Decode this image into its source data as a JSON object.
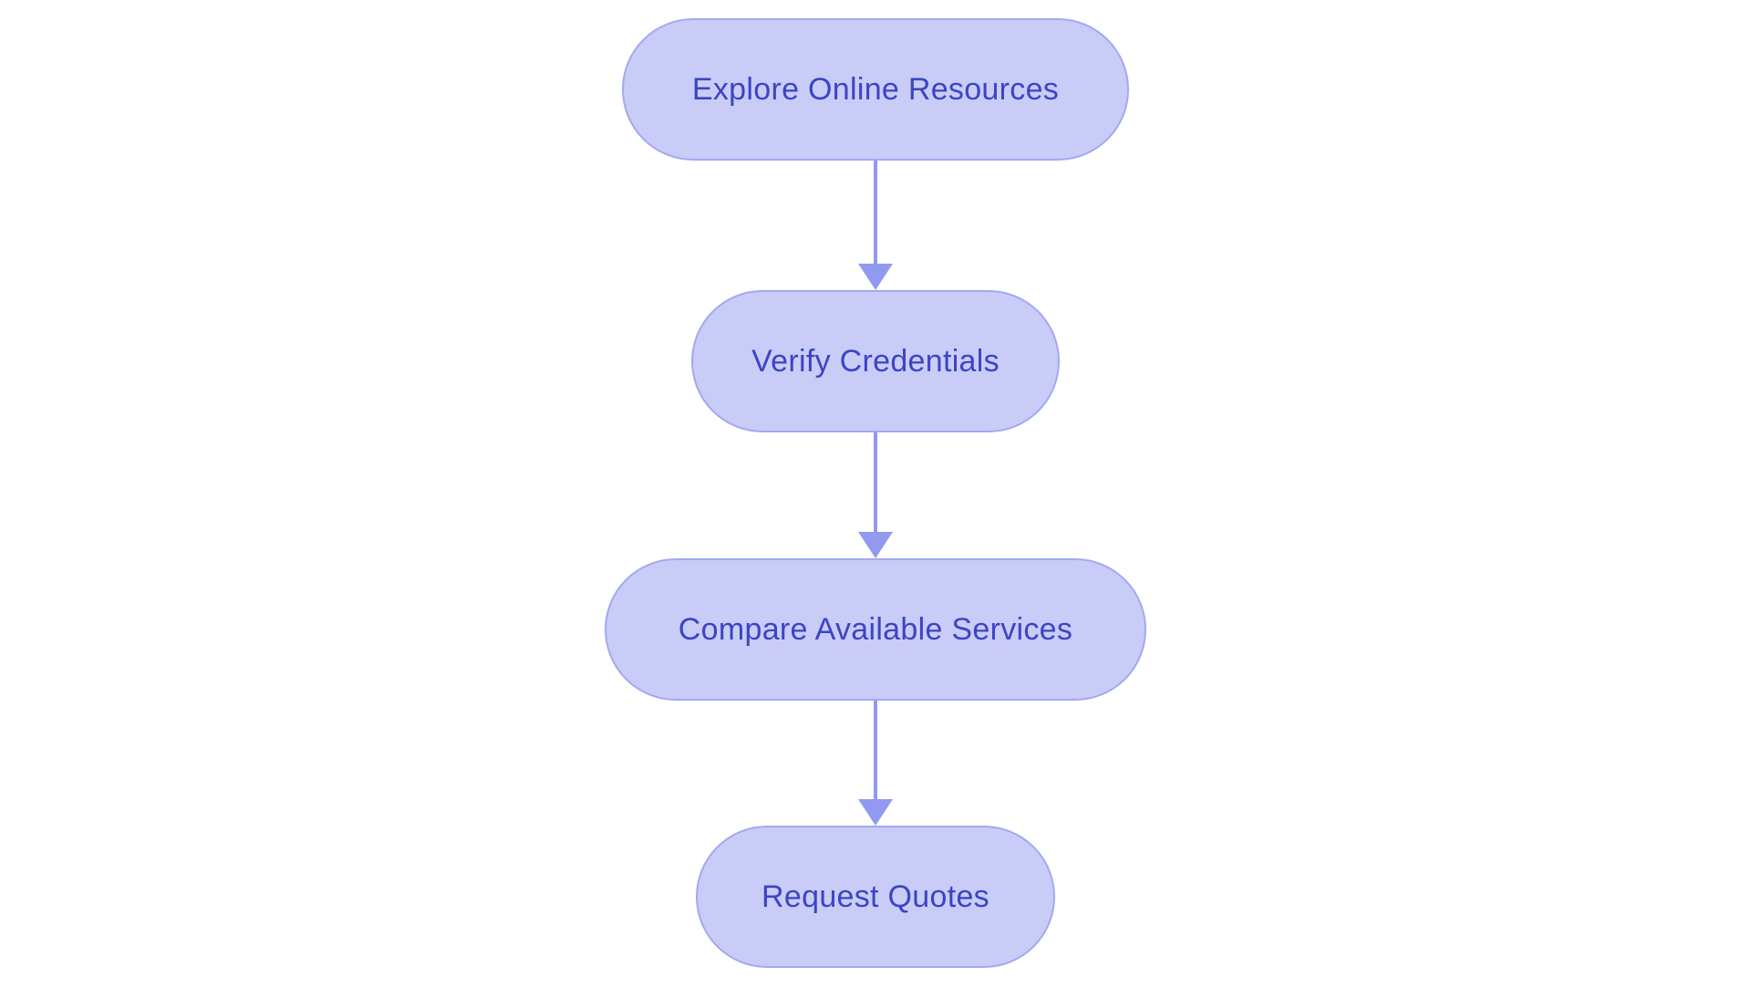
{
  "diagram": {
    "type": "flowchart",
    "direction": "top-down",
    "nodes": [
      {
        "id": "explore-online-resources",
        "label": "Explore Online Resources"
      },
      {
        "id": "verify-credentials",
        "label": "Verify Credentials"
      },
      {
        "id": "compare-available-services",
        "label": "Compare Available Services"
      },
      {
        "id": "request-quotes",
        "label": "Request Quotes"
      }
    ],
    "edges": [
      {
        "from": "explore-online-resources",
        "to": "verify-credentials"
      },
      {
        "from": "verify-credentials",
        "to": "compare-available-services"
      },
      {
        "from": "compare-available-services",
        "to": "request-quotes"
      }
    ]
  },
  "colors": {
    "background": "#ffffff",
    "node_fill": "#c9ccf6",
    "node_border": "#a2a9f0",
    "node_text": "#3b45c4",
    "arrow": "#919af0"
  }
}
